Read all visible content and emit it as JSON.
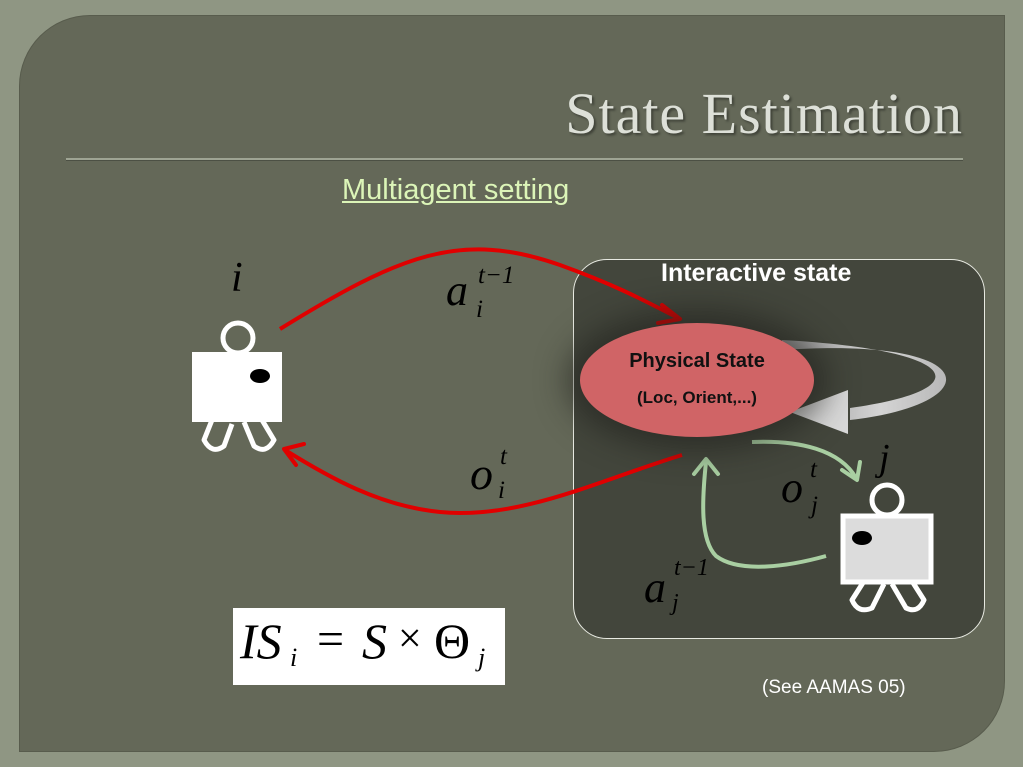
{
  "slide": {
    "title": "State Estimation",
    "subtitle": "Multiagent setting",
    "citation": "(See AAMAS 05)"
  },
  "diagram": {
    "interactive_state_label": "Interactive state",
    "physical_state": {
      "title": "Physical State",
      "subtitle": "(Loc, Orient,...)"
    },
    "agent_i_label": "i",
    "agent_j_label": "j",
    "action_i": {
      "base": "a",
      "sup": "t−1",
      "sub": "i"
    },
    "observation_i": {
      "base": "o",
      "sup": "t",
      "sub": "i"
    },
    "observation_j": {
      "base": "o",
      "sup": "t",
      "sub": "j"
    },
    "action_j": {
      "base": "a",
      "sup": "t−1",
      "sub": "j"
    },
    "formula": {
      "lhs": "IS",
      "lhs_sub": "i",
      "equals": "=",
      "s": "S",
      "times": "×",
      "theta": "Θ",
      "theta_sub": "j"
    }
  },
  "colors": {
    "background": "#646858",
    "arrow_i": "#e00000",
    "arrow_j": "#a9cfa2",
    "physical_state_fill": "#d06466",
    "self_loop": "#c7c7c7"
  }
}
